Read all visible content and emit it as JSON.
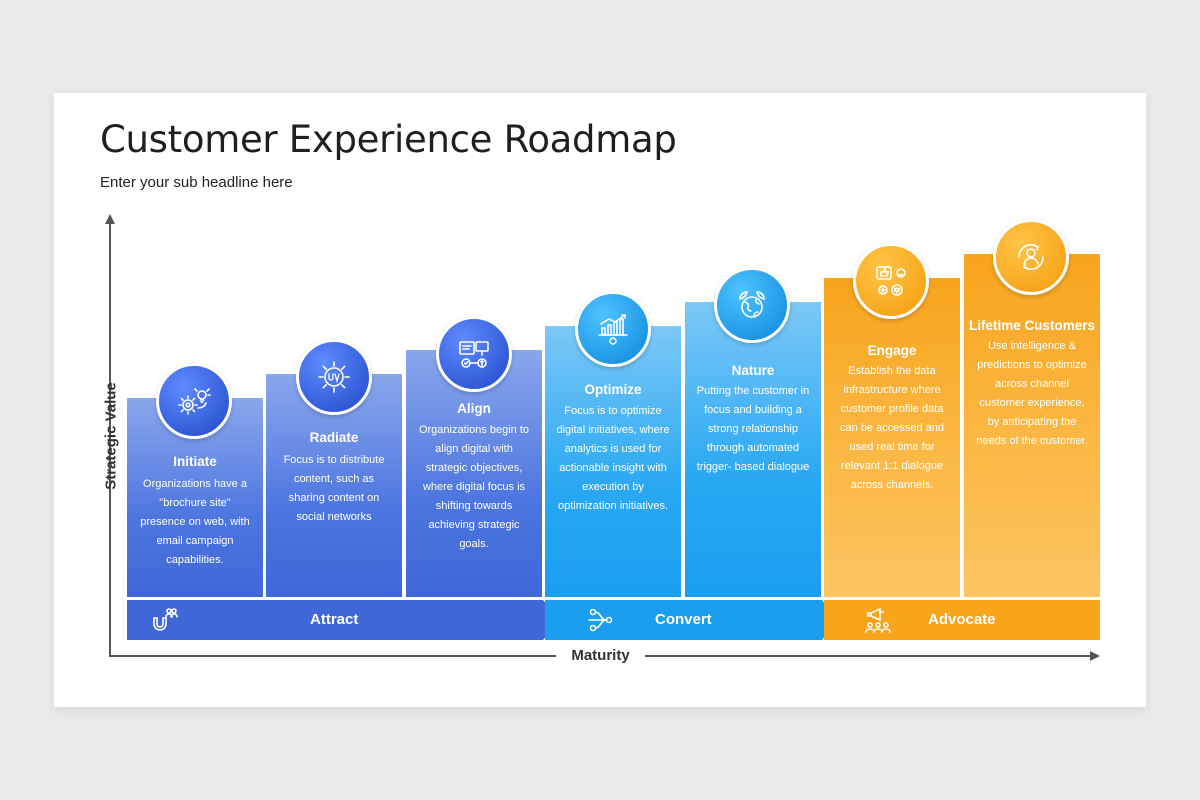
{
  "title": "Customer Experience Roadmap",
  "subtitle": "Enter your sub headline here",
  "axes": {
    "x_label": "Maturity",
    "y_label": "Strategic Value"
  },
  "colors": {
    "blue_dark": "#3f67d7",
    "blue_light": "#1a9ef0",
    "orange": "#f9a51c"
  },
  "stages": [
    {
      "name": "Initiate",
      "icon": "strategy-gears-icon",
      "description": "Organizations have a \"brochure site\" presence on web, with email campaign capabilities."
    },
    {
      "name": "Radiate",
      "icon": "uv-sun-icon",
      "description": "Focus is to distribute content, such as sharing content on social networks"
    },
    {
      "name": "Align",
      "icon": "business-plan-icon",
      "description": "Organizations begin to align digital with strategic objectives, where digital focus is shifting towards achieving strategic goals."
    },
    {
      "name": "Optimize",
      "icon": "growth-chart-gear-icon",
      "description": "Focus is to optimize digital initiatives, where analytics is used for actionable insight with execution by optimization initiatives."
    },
    {
      "name": "Nature",
      "icon": "globe-leaves-icon",
      "description": "Putting the customer in focus and building a strong relationship through automated trigger- based dialogue"
    },
    {
      "name": "Engage",
      "icon": "social-reactions-icon",
      "description": "Establish the data infrastructure where customer profile data can be accessed and used real time for relevant 1:1 dialogue across channels."
    },
    {
      "name": "Lifetime Customers",
      "icon": "customer-cycle-icon",
      "description": "Use intelligence & predictions to optimize across channel customer experience, by anticipating the needs of the customer."
    }
  ],
  "phases": [
    {
      "label": "Attract",
      "icon": "magnet-people-icon"
    },
    {
      "label": "Convert",
      "icon": "funnel-conversion-icon"
    },
    {
      "label": "Advocate",
      "icon": "megaphone-people-icon"
    }
  ]
}
